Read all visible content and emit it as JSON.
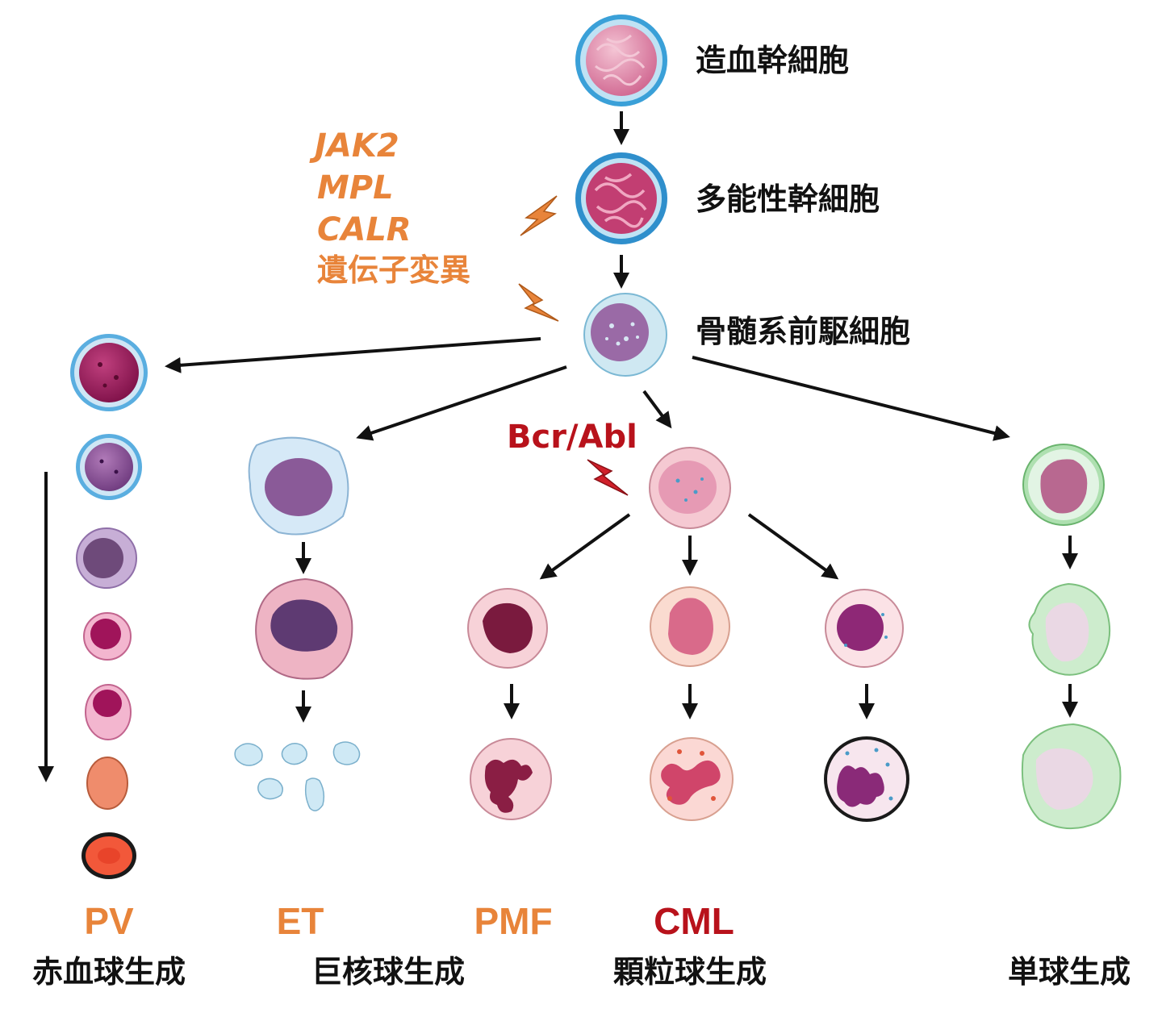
{
  "colors": {
    "orange": "#e8843a",
    "red": "#b8121b",
    "text": "#111111",
    "arrow": "#111111"
  },
  "stages": {
    "hsc": "造血幹細胞",
    "mpp": "多能性幹細胞",
    "cmp": "骨髄系前駆細胞"
  },
  "mutations": {
    "jak2": "JAK2",
    "mpl": "MPL",
    "calr": "CALR",
    "suffix": "遺伝子変異",
    "bcr_abl": "Bcr/Abl"
  },
  "diseases": {
    "pv": {
      "label": "PV",
      "color": "#e8843a"
    },
    "et": {
      "label": "ET",
      "color": "#e8843a"
    },
    "pmf": {
      "label": "PMF",
      "color": "#e8843a"
    },
    "cml": {
      "label": "CML",
      "color": "#b8121b"
    }
  },
  "lineages": {
    "erythro": "赤血球生成",
    "mega": "巨核球生成",
    "granulo": "顆粒球生成",
    "mono": "単球生成"
  },
  "icons": [
    "lightning-bolt-icon",
    "arrow-icon",
    "cell-icon"
  ]
}
